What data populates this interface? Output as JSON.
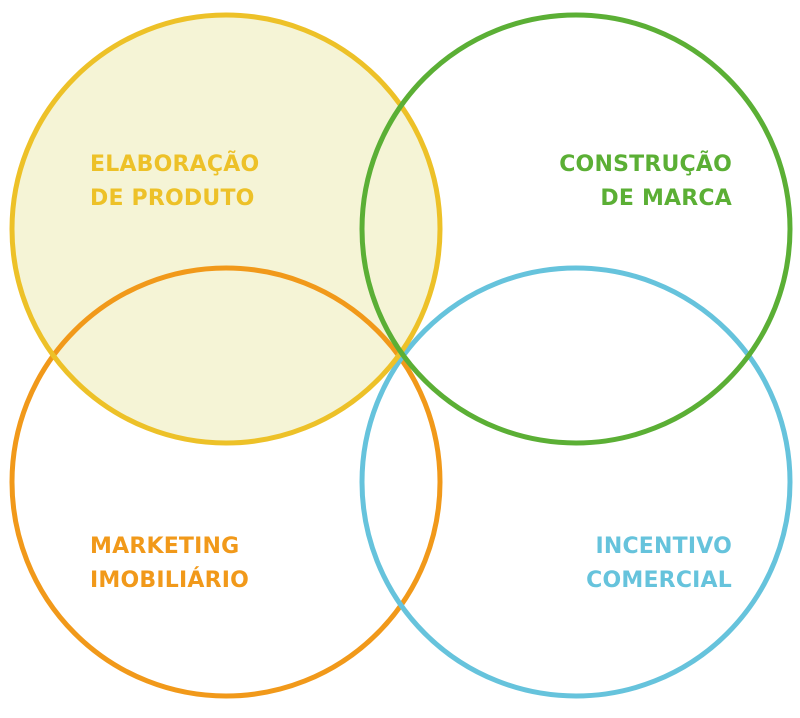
{
  "diagram": {
    "circles": [
      {
        "id": "produto",
        "lines": [
          "ELABORAÇÃO",
          "DE PRODUTO"
        ],
        "color": "#EDC128",
        "fill": "#F5F4D6",
        "highlighted": true
      },
      {
        "id": "marca",
        "lines": [
          "CONSTRUÇÃO",
          "DE MARCA"
        ],
        "color": "#5BAF35",
        "fill": "none",
        "highlighted": false
      },
      {
        "id": "marketing",
        "lines": [
          "MARKETING",
          "IMOBILIÁRIO"
        ],
        "color": "#F1991A",
        "fill": "none",
        "highlighted": false
      },
      {
        "id": "incentivo",
        "lines": [
          "INCENTIVO",
          "COMERCIAL"
        ],
        "color": "#66C3DC",
        "fill": "none",
        "highlighted": false
      }
    ]
  }
}
